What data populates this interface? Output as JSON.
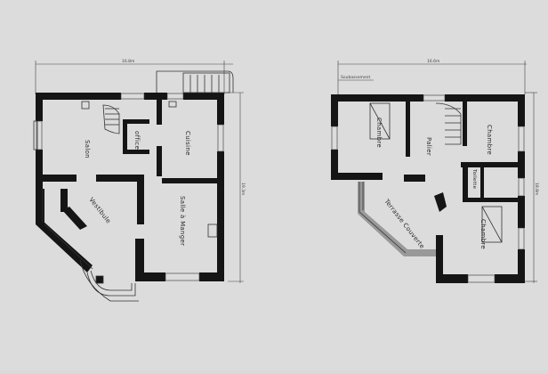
{
  "ground_floor": {
    "overall_width": "16.8m",
    "overall_depth": "19.3m",
    "rooms": {
      "salon": "Salon",
      "office": "office",
      "cuisine": "Cuisine",
      "vestibule": "Vestibule",
      "salle_a_manger": "Salle à Manger"
    }
  },
  "upper_floor": {
    "overall_width": "16.6m",
    "overall_depth": "18.8m",
    "annotation": "Soubassement",
    "rooms": {
      "chambre_left": "Chambre",
      "palier": "Palier",
      "chambre_right": "Chambre",
      "terrasse": "Terrasse Couverte",
      "toilette": "Toilette",
      "chambre_lower": "Chambre"
    }
  }
}
